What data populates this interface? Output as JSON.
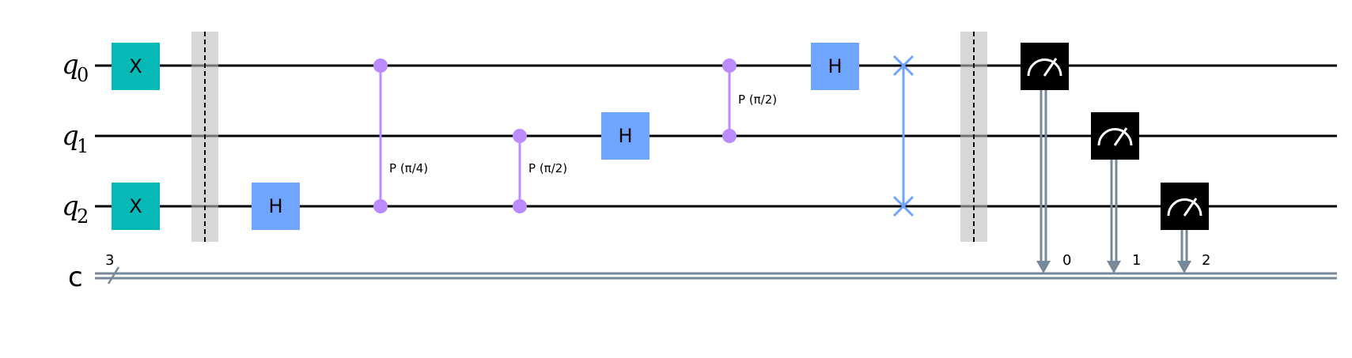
{
  "colors": {
    "wire": "#000000",
    "classical_wire": "#778899",
    "x_gate": "#05BAB6",
    "h_gate": "#6FA4FF",
    "phase_gate": "#BB8BFF",
    "swap": "#6FA4FF",
    "barrier": "#BDBDBD",
    "measure": "#000000"
  },
  "icons": {
    "measure": "meter-icon",
    "swap": "swap-cross-icon"
  },
  "wires": {
    "q0": {
      "base": "q",
      "sub": "0"
    },
    "q1": {
      "base": "q",
      "sub": "1"
    },
    "q2": {
      "base": "q",
      "sub": "2"
    },
    "c": {
      "label": "c",
      "size": "3"
    }
  },
  "gates": {
    "x_q0": "X",
    "x_q2": "X",
    "h_q2": "H",
    "h_q1": "H",
    "h_q0": "H"
  },
  "controlled_phase": {
    "cp1": "P (π/4)",
    "cp2": "P (π/2)",
    "cp3": "P (π/2)"
  },
  "measurements": {
    "m0": "0",
    "m1": "1",
    "m2": "2"
  }
}
